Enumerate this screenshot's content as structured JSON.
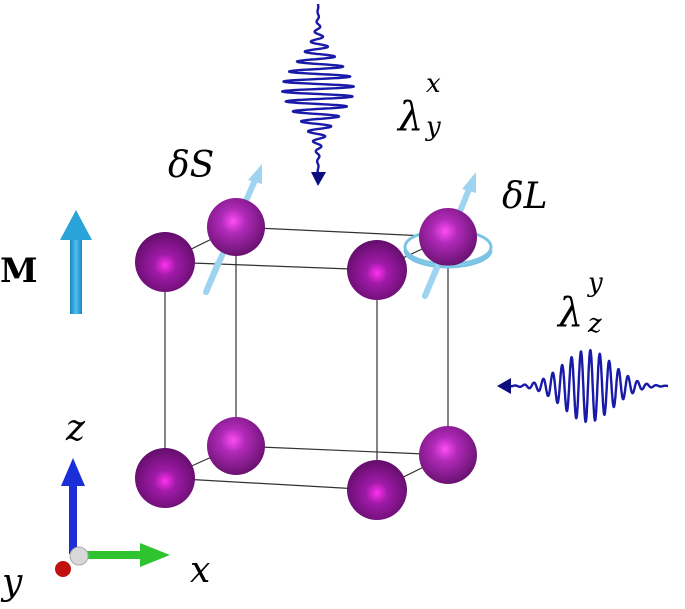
{
  "labels": {
    "magnetization": "M",
    "spin_var": "δS",
    "orbital_var": "δL",
    "top_pulse_sym": "λ",
    "top_pulse_sup": "x",
    "top_pulse_sub": "y",
    "side_pulse_sym": "λ",
    "side_pulse_sup": "y",
    "side_pulse_sub": "z",
    "axis_x": "x",
    "axis_y": "y",
    "axis_z": "z"
  },
  "colors": {
    "atom": "#7d1a85",
    "atom_highlight": "#e060e8",
    "pulse": "#1a1aa8",
    "magnet_arrow": "#2aa4d8",
    "spin_arrow": "#9fd4f0",
    "axis_x": "#2fc42f",
    "axis_z": "#1a2fd8",
    "axis_y": "#c01010",
    "cell_edge": "#333333"
  }
}
